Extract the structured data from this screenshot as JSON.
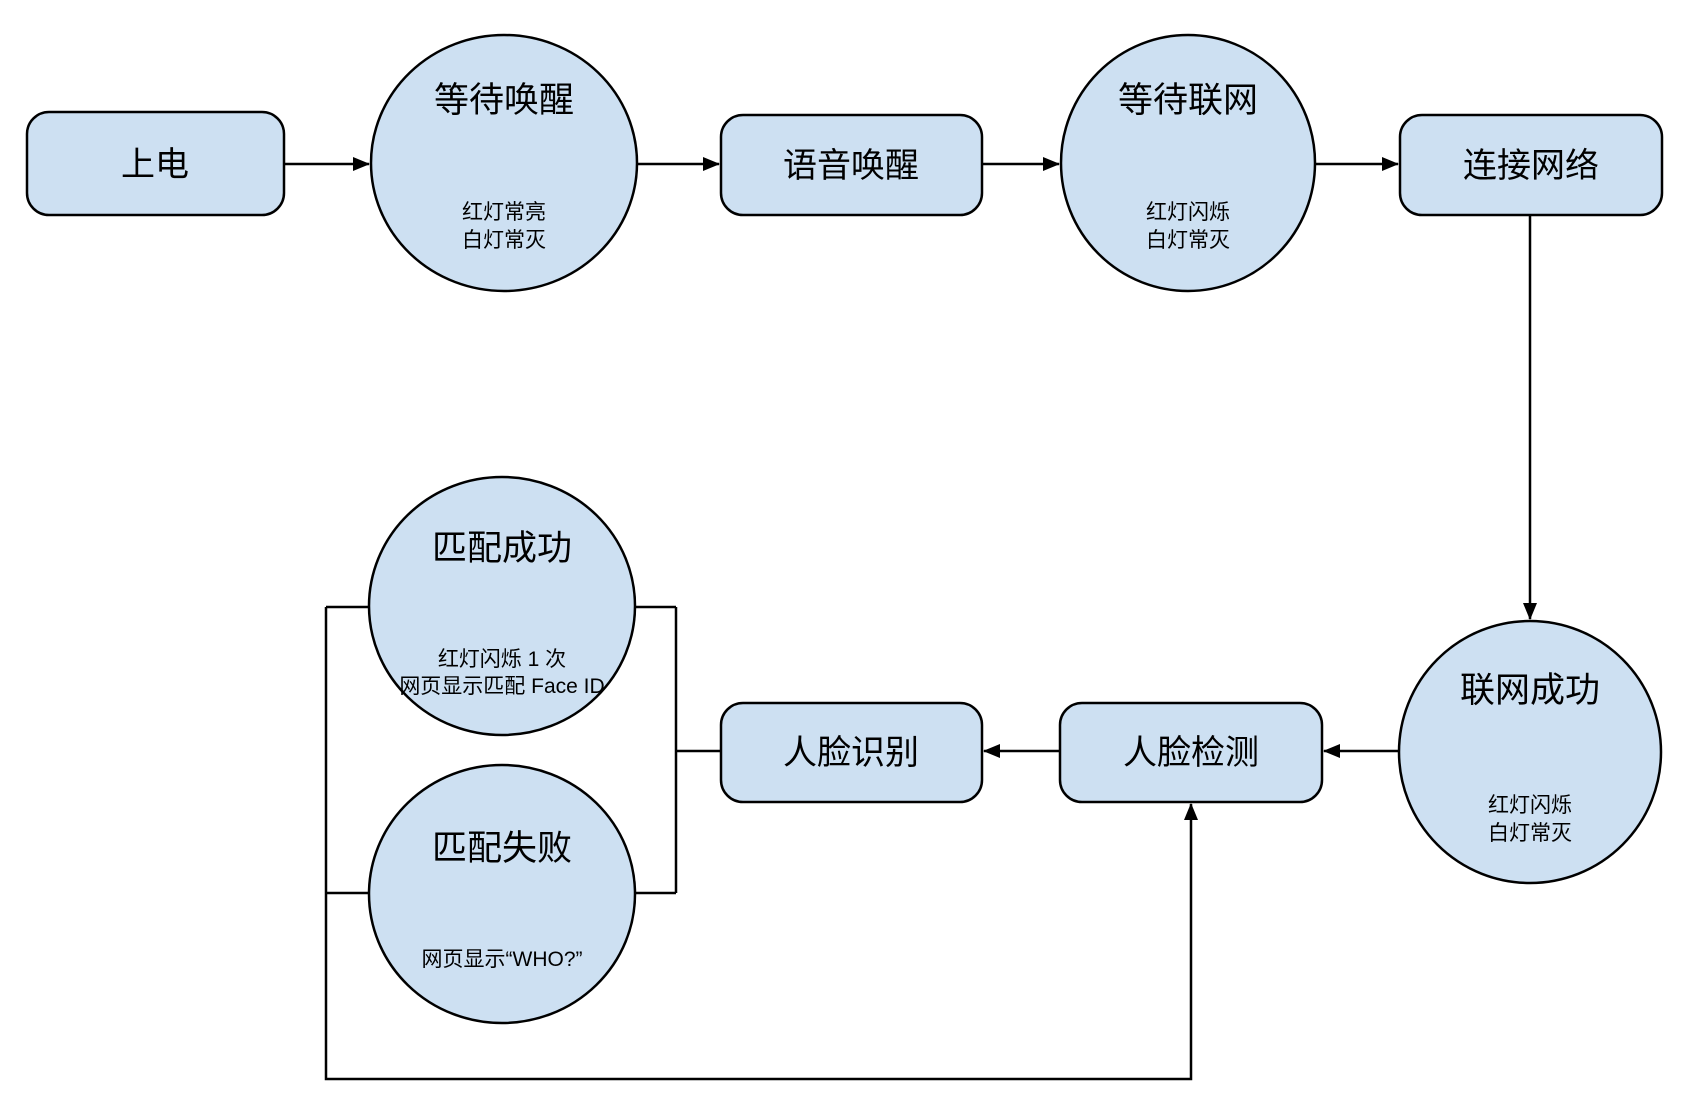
{
  "diagram": {
    "background": "#ffffff",
    "colors": {
      "node_fill": "#cde0f2",
      "node_stroke": "#000000",
      "edge_color": "#000000",
      "text_color": "#000000"
    },
    "nodes": {
      "power_on": {
        "label": "上电"
      },
      "wait_wake": {
        "title": "等待唤醒",
        "sub1": "红灯常亮",
        "sub2": "白灯常灭"
      },
      "voice_wake": {
        "label": "语音唤醒"
      },
      "wait_network": {
        "title": "等待联网",
        "sub1": "红灯闪烁",
        "sub2": "白灯常灭"
      },
      "connect_network": {
        "label": "连接网络"
      },
      "network_success": {
        "title": "联网成功",
        "sub1": "红灯闪烁",
        "sub2": "白灯常灭"
      },
      "face_detect": {
        "label": "人脸检测"
      },
      "face_recognize": {
        "label": "人脸识别"
      },
      "match_success": {
        "title": "匹配成功",
        "sub1": "红灯闪烁 1 次",
        "sub2": "网页显示匹配 Face ID"
      },
      "match_fail": {
        "title": "匹配失败",
        "sub1": "网页显示“WHO?”"
      }
    }
  }
}
